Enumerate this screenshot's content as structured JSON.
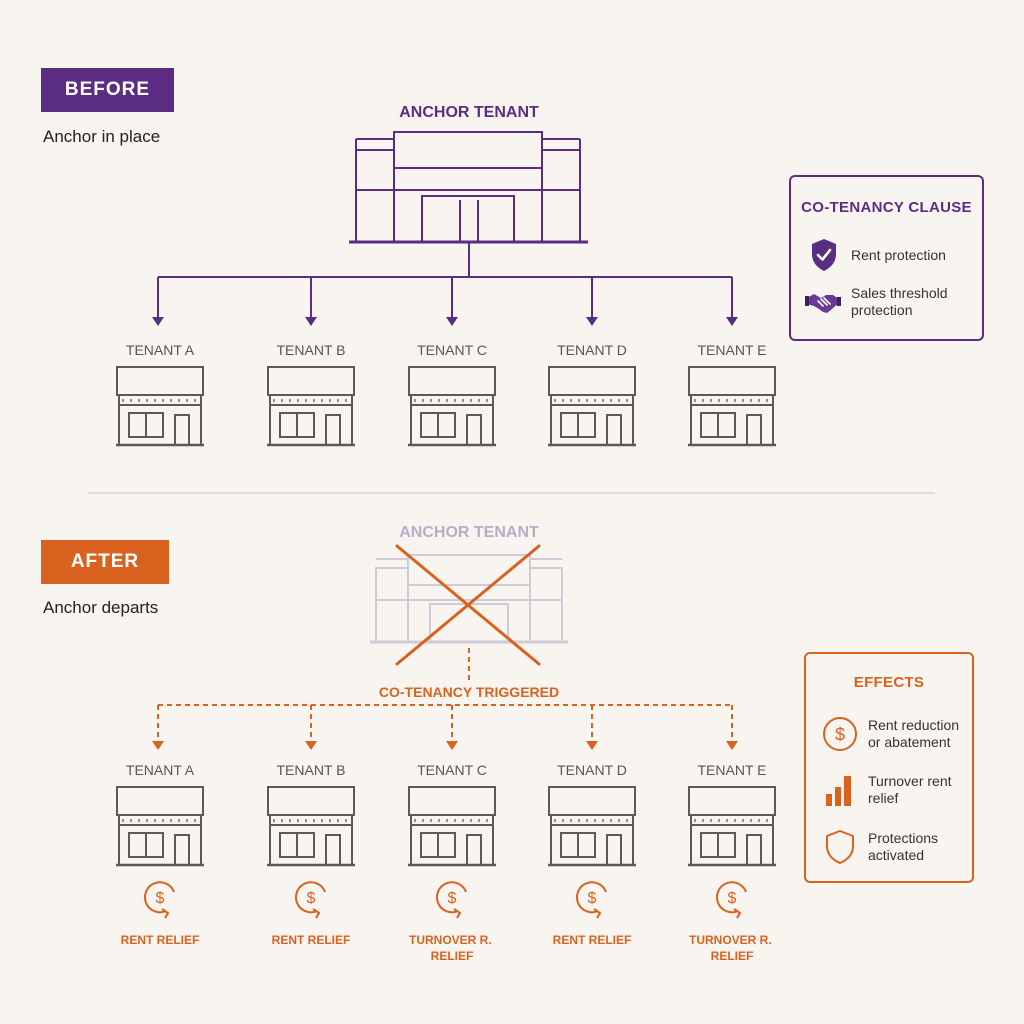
{
  "before": {
    "badge": "BEFORE",
    "subtitle": "Anchor in place",
    "anchor_label": "ANCHOR TENANT",
    "tenants": [
      "TENANT A",
      "TENANT B",
      "TENANT C",
      "TENANT D",
      "TENANT E"
    ]
  },
  "clause": {
    "title": "CO-TENANCY CLAUSE",
    "items": [
      {
        "icon": "shield-check-icon",
        "text": "Rent protection"
      },
      {
        "icon": "handshake-icon",
        "text": "Sales threshold protection"
      }
    ]
  },
  "after": {
    "badge": "AFTER",
    "subtitle": "Anchor departs",
    "anchor_label": "ANCHOR TENANT",
    "trigger_label": "CO-TENANCY TRIGGERED",
    "tenants": [
      {
        "name": "TENANT A",
        "effect": "RENT RELIEF"
      },
      {
        "name": "TENANT B",
        "effect": "RENT RELIEF"
      },
      {
        "name": "TENANT C",
        "effect": "TURNOVER R. RELIEF"
      },
      {
        "name": "TENANT D",
        "effect": "RENT RELIEF"
      },
      {
        "name": "TENANT E",
        "effect": "TURNOVER R. RELIEF"
      }
    ]
  },
  "effects": {
    "title": "EFFECTS",
    "items": [
      {
        "icon": "dollar-icon",
        "text": "Rent reduction or abatement"
      },
      {
        "icon": "bar-chart-icon",
        "text": "Turnover rent relief"
      },
      {
        "icon": "shield-icon",
        "text": "Protections activated"
      }
    ]
  },
  "colors": {
    "purple": "#5a2d82",
    "orange": "#d9621f",
    "gray": "#5a5a5a",
    "faded": "#c9c5d2"
  }
}
